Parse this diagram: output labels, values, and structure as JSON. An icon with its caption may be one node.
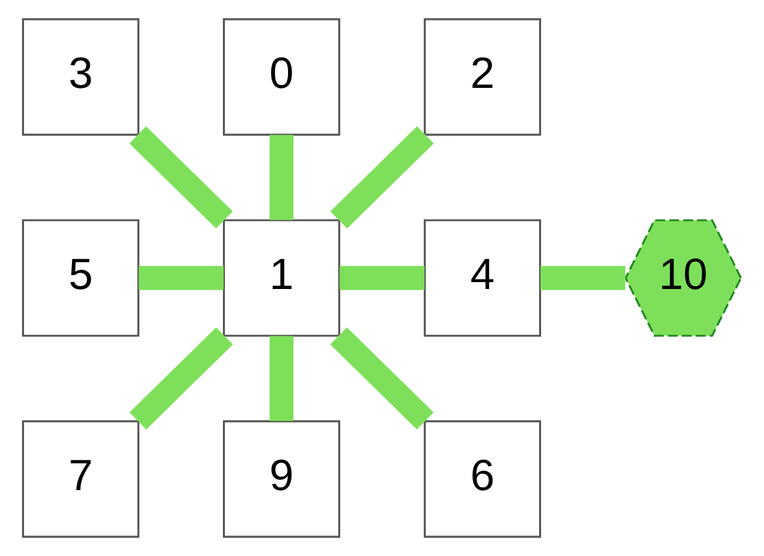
{
  "diagram": {
    "nodes": [
      {
        "text": [
          "3"
        ]
      },
      {
        "text": [
          "0"
        ]
      },
      {
        "text": [
          "2"
        ]
      },
      {
        "text": [
          "5"
        ]
      },
      {
        "text": [
          "1"
        ]
      },
      {
        "text": [
          "4"
        ]
      },
      {
        "text": [
          "10"
        ]
      },
      {
        "text": [
          "7"
        ]
      },
      {
        "text": [
          "9"
        ]
      },
      {
        "text": [
          "6"
        ]
      }
    ],
    "edges": [
      {
        "from": 4,
        "to": 0,
        "arrow": "none"
      },
      {
        "from": 4,
        "to": 1,
        "arrow": "none"
      },
      {
        "from": 4,
        "to": 2,
        "arrow": "none"
      },
      {
        "from": 4,
        "to": 3,
        "arrow": "none"
      },
      {
        "from": 4,
        "to": 5,
        "arrow": "none"
      },
      {
        "from": 5,
        "to": 6,
        "arrow": "none"
      },
      {
        "from": 4,
        "to": 7,
        "arrow": "none"
      },
      {
        "from": 4,
        "to": 8,
        "arrow": "none"
      },
      {
        "from": 4,
        "to": 9,
        "arrow": "none"
      }
    ]
  }
}
